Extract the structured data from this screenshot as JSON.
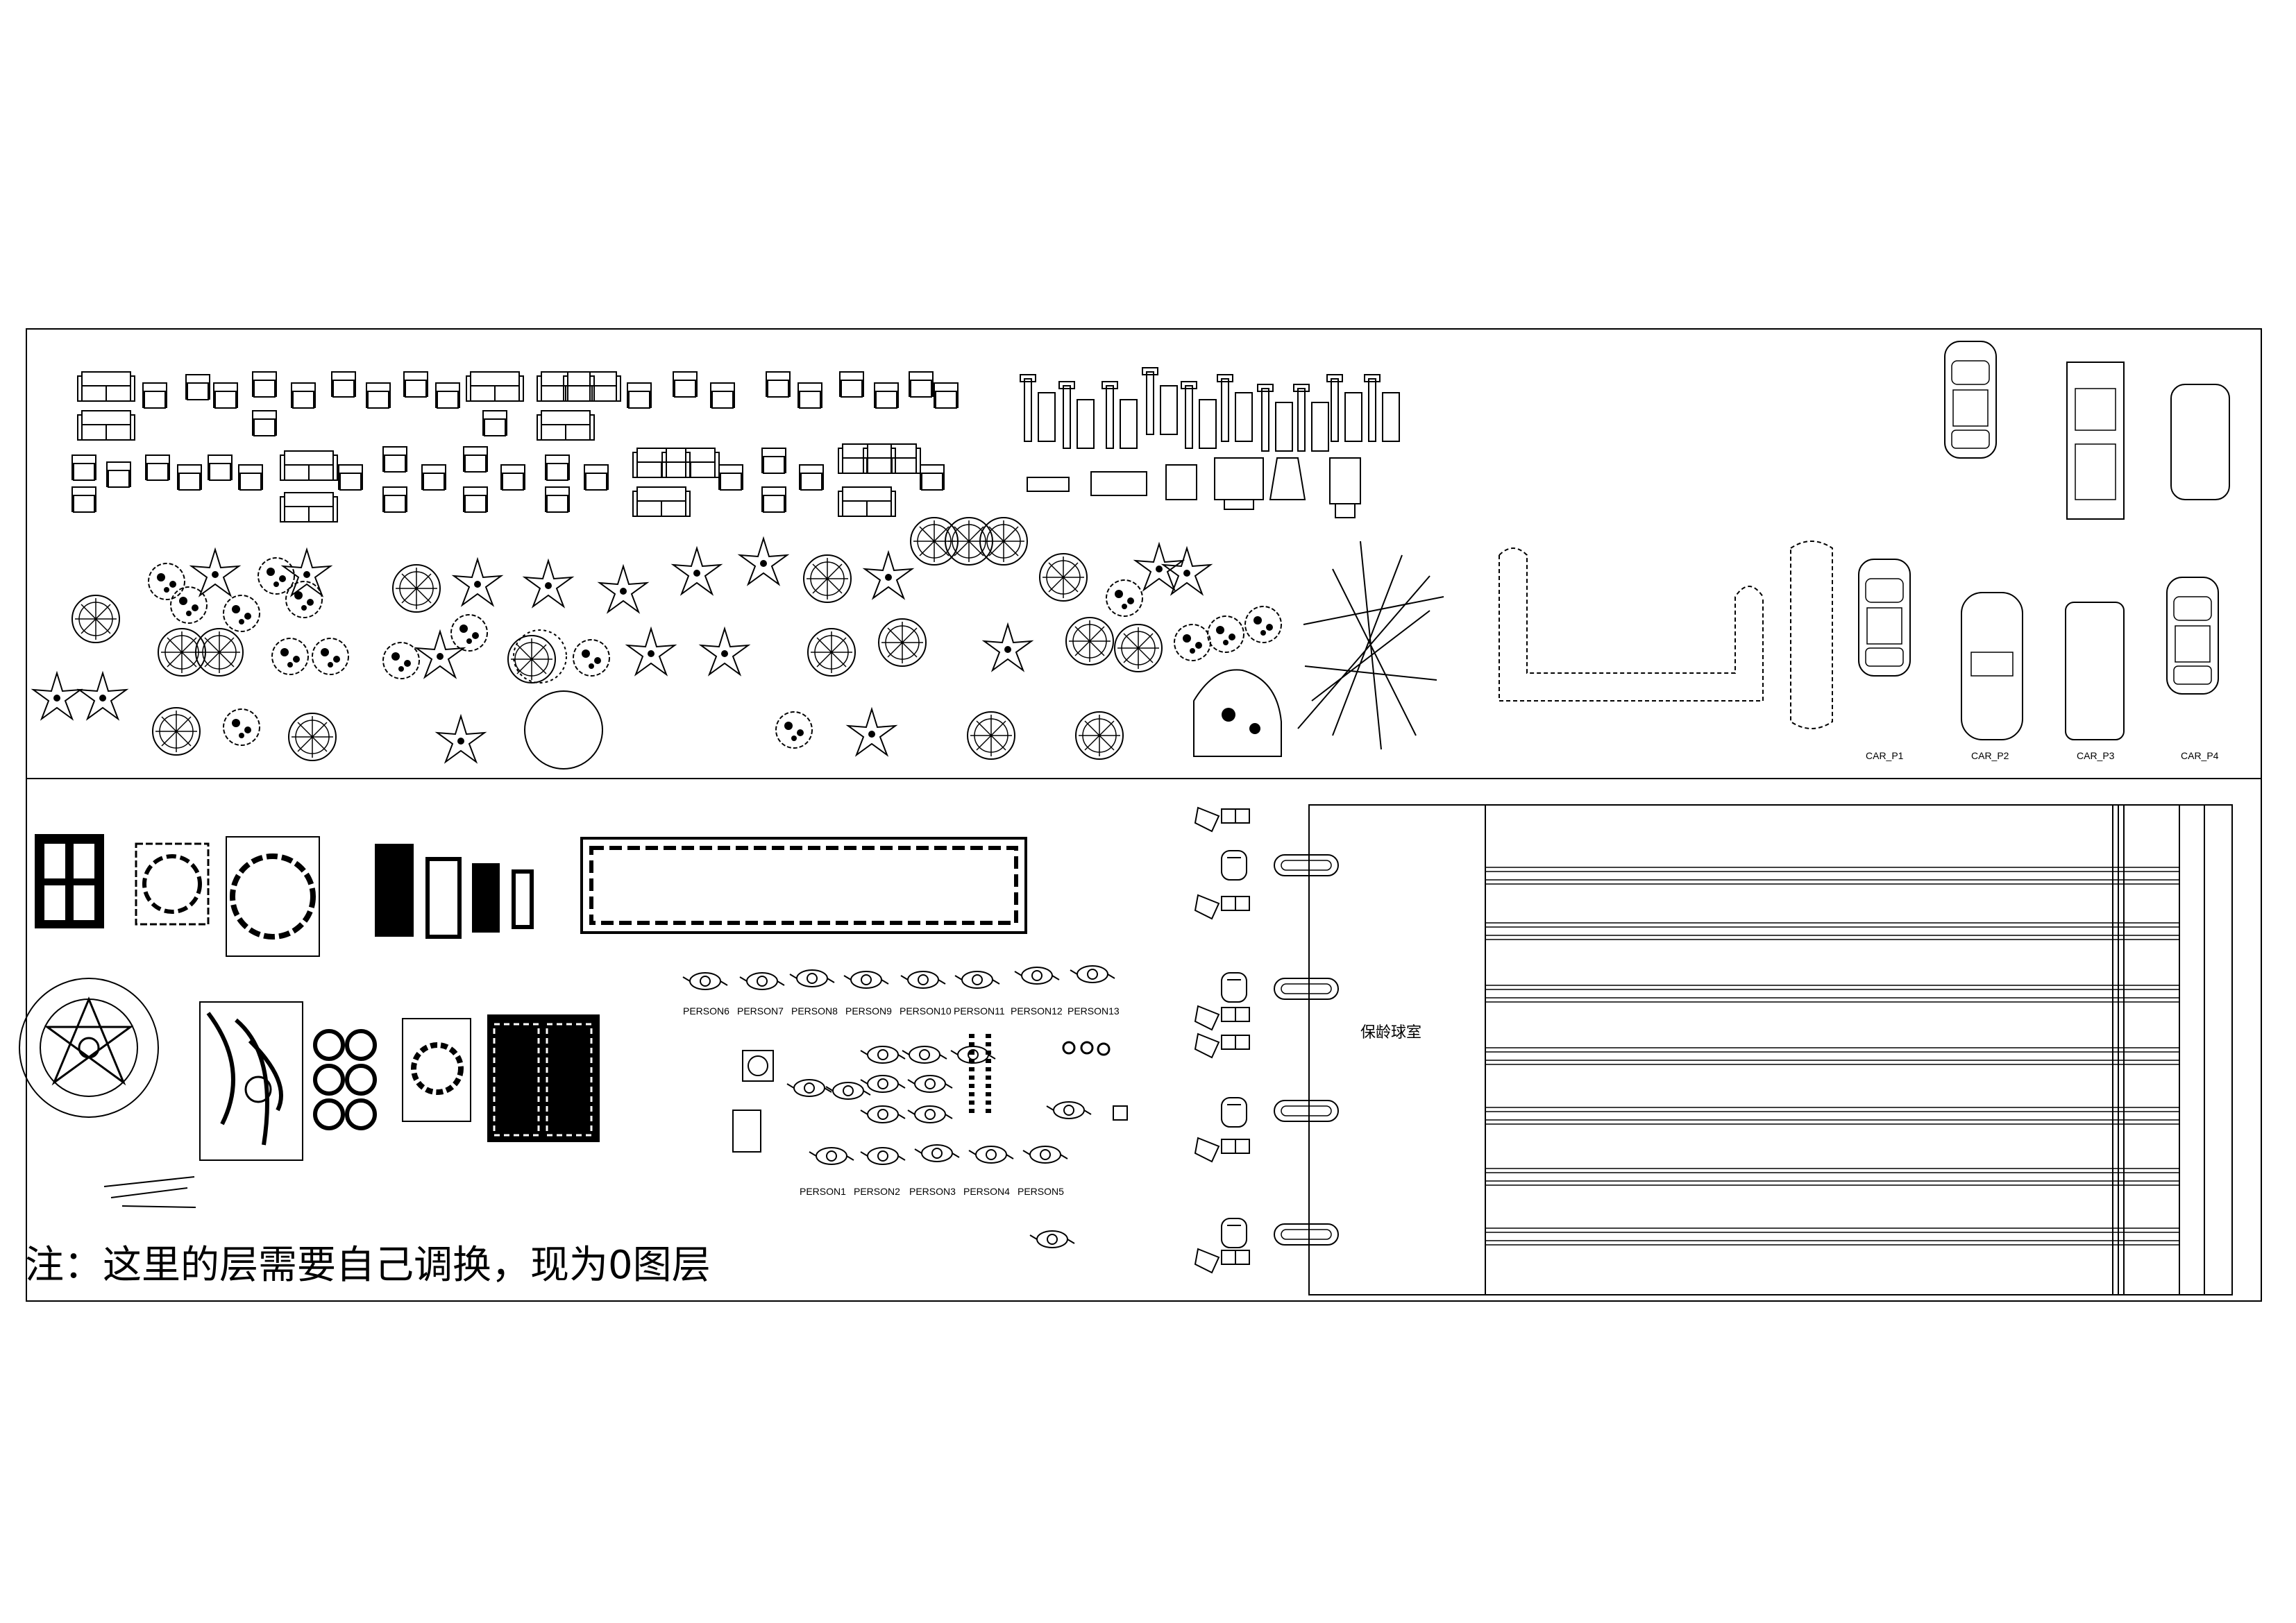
{
  "note": "注：这里的层需要自己调换，现为0图层",
  "bowling_label": "保龄球室",
  "cars": {
    "p1": "CAR_P1",
    "p2": "CAR_P2",
    "p3": "CAR_P3",
    "p4": "CAR_P4"
  },
  "persons_top": [
    "PERSON6",
    "PERSON7",
    "PERSON8",
    "PERSON9",
    "PERSON10",
    "PERSON11",
    "PERSON12",
    "PERSON13"
  ],
  "persons_bottom": [
    "PERSON1",
    "PERSON2",
    "PERSON3",
    "PERSON4",
    "PERSON5"
  ],
  "colors": {
    "ink": "#000000",
    "paper": "#ffffff"
  }
}
